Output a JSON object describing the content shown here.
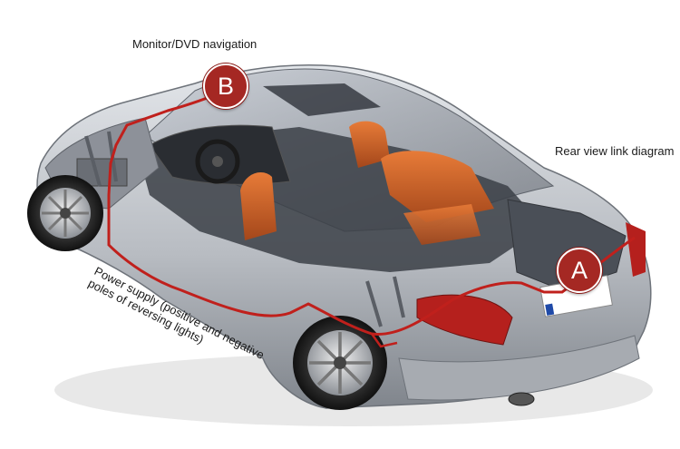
{
  "labels": {
    "monitor": "Monitor/DVD navigation",
    "rear_view": "Rear view link diagram",
    "power": "Power supply (positive and negative poles of reversing lights)"
  },
  "markers": {
    "a": "A",
    "b": "B"
  },
  "colors": {
    "marker": "#a52823",
    "wire": "#c0201c",
    "car_body": "#b9bdc3",
    "interior": "#d5662a"
  },
  "icons": {
    "car": "car-cutaway-illustration"
  }
}
